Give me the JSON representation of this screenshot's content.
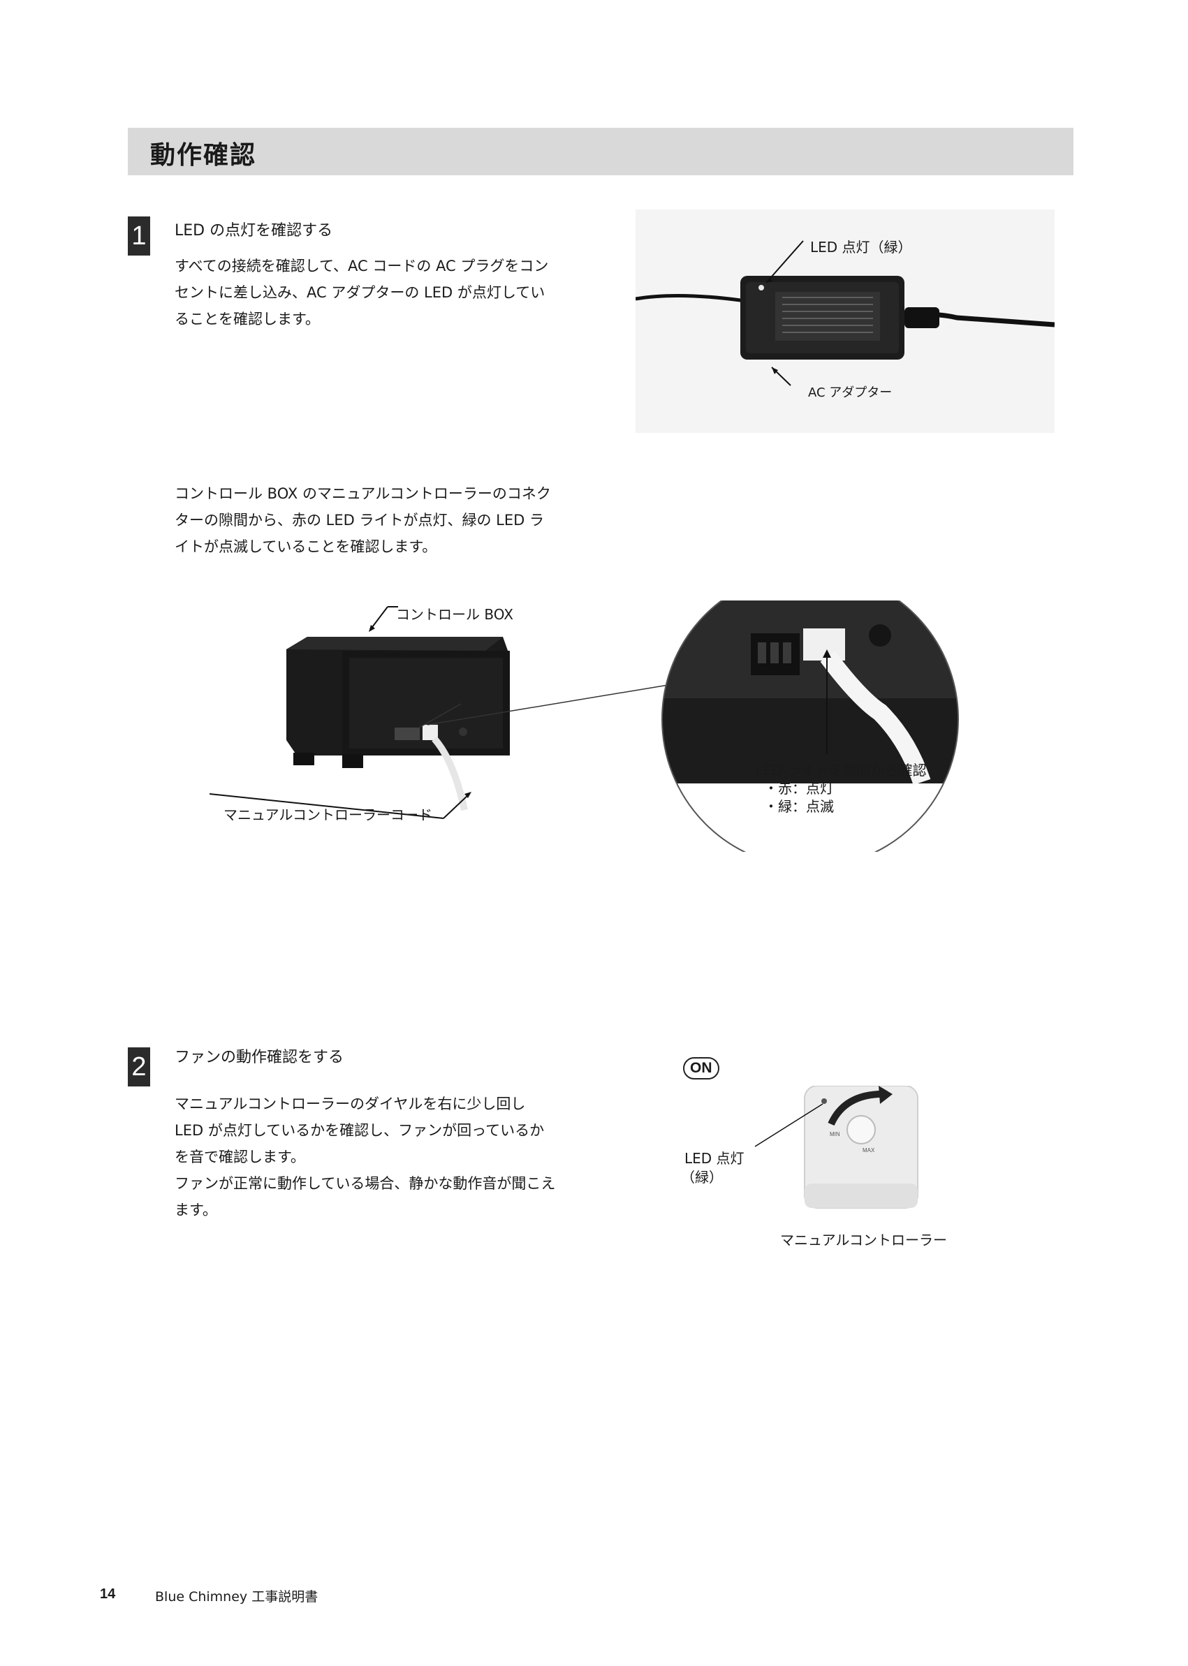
{
  "section": {
    "title": "動作確認"
  },
  "step1": {
    "number": "1",
    "title": "LED の点灯を確認する",
    "paragraph_a": [
      "すべての接続を確認して、AC コードの AC プラグをコン",
      "セントに差し込み、AC アダプターの LED が点灯してい",
      "ることを確認します。"
    ],
    "adapter_labels": {
      "led": "LED 点灯（緑）",
      "adapter": "AC アダプター"
    },
    "paragraph_b": [
      "コントロール BOX のマニュアルコントローラーのコネク",
      "ターの隙間から、赤の LED ライトが点灯、緑の LED ラ",
      "イトが点滅していることを確認します。"
    ],
    "box_labels": {
      "control_box": "コントロール BOX",
      "cord": "マニュアルコントローラーコード",
      "detail_heading": "LED ライトを隙間から確認",
      "detail_red": "・赤：点灯",
      "detail_green": "・緑：点滅"
    }
  },
  "step2": {
    "number": "2",
    "title": "ファンの動作確認をする",
    "paragraph": [
      "マニュアルコントローラーのダイヤルを右に少し回し",
      "LED  が点灯しているかを確認し、ファンが回っているか",
      "を音で確認します。",
      "ファンが正常に動作している場合、静かな動作音が聞こえ",
      "ます。"
    ],
    "on_badge": "ON",
    "led_label_line1": "LED 点灯",
    "led_label_line2": "（緑）",
    "controller_label": "マニュアルコントローラー",
    "dial_min": "MIN",
    "dial_max": "MAX"
  },
  "footer": {
    "page_number": "14",
    "doc_title": "Blue Chimney 工事説明書"
  }
}
